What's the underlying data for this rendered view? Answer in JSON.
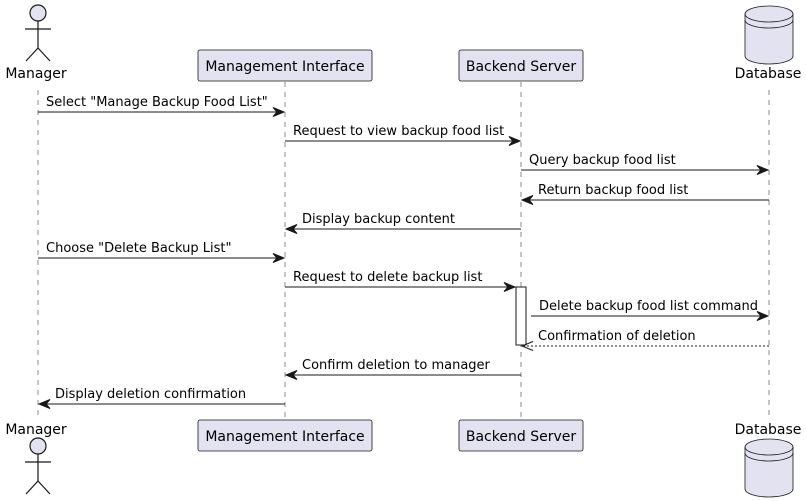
{
  "participants": [
    {
      "id": "manager",
      "label": "Manager",
      "kind": "actor"
    },
    {
      "id": "ui",
      "label": "Management Interface",
      "kind": "participant"
    },
    {
      "id": "server",
      "label": "Backend Server",
      "kind": "participant"
    },
    {
      "id": "db",
      "label": "Database",
      "kind": "database"
    }
  ],
  "messages": [
    {
      "from": "manager",
      "to": "ui",
      "text": "Select \"Manage Backup Food List\"",
      "style": "solid"
    },
    {
      "from": "ui",
      "to": "server",
      "text": "Request to view backup food list",
      "style": "solid"
    },
    {
      "from": "server",
      "to": "db",
      "text": "Query backup food list",
      "style": "solid"
    },
    {
      "from": "db",
      "to": "server",
      "text": "Return backup food list",
      "style": "solid"
    },
    {
      "from": "server",
      "to": "ui",
      "text": "Display backup content",
      "style": "solid"
    },
    {
      "from": "manager",
      "to": "ui",
      "text": "Choose \"Delete Backup List\"",
      "style": "solid"
    },
    {
      "from": "ui",
      "to": "server",
      "text": "Request to delete backup list",
      "style": "solid"
    },
    {
      "from": "server",
      "to": "db",
      "text": "Delete backup food list command",
      "style": "solid"
    },
    {
      "from": "db",
      "to": "server",
      "text": "Confirmation of deletion",
      "style": "dashed"
    },
    {
      "from": "server",
      "to": "ui",
      "text": "Confirm deletion to manager",
      "style": "solid"
    },
    {
      "from": "ui",
      "to": "manager",
      "text": "Display deletion confirmation",
      "style": "solid"
    }
  ],
  "activations": [
    {
      "participant": "server",
      "from_message": 6,
      "to_message": 8
    }
  ],
  "colors": {
    "participant_fill": "#e2e2f0",
    "line": "#181818"
  }
}
